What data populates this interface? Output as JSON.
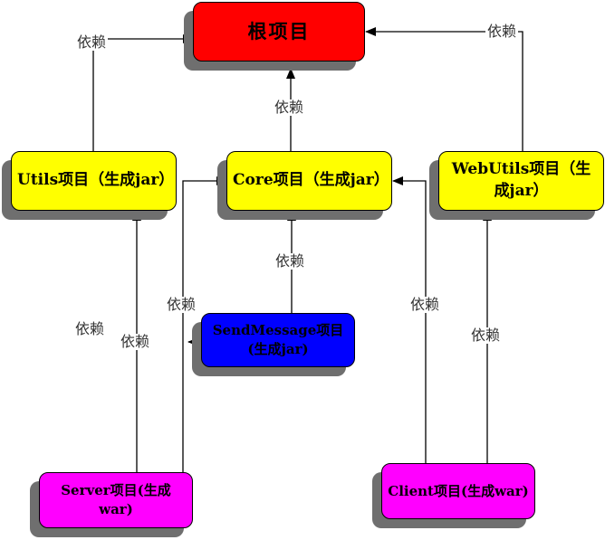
{
  "nodes": {
    "root": "根项目",
    "utils": "Utils项目（生成jar）",
    "core": "Core项目（生成jar）",
    "webutils": "WebUtils项目（生成jar）",
    "sendmessage": "SendMessage项目(生成jar)",
    "server": "Server项目(生成war)",
    "client": "Client项目(生成war)"
  },
  "edges": {
    "utils_root": "依赖",
    "core_root": "依赖",
    "webutils_root": "依赖",
    "sendmessage_core": "依赖",
    "sendmessage_utils": "依赖",
    "server_utils": "依赖",
    "server_core": "依赖",
    "client_core": "依赖",
    "client_webutils": "依赖"
  },
  "colors": {
    "root": "#ff0000",
    "module": "#ffff00",
    "sendmessage": "#0000ff",
    "war": "#ff00ff",
    "shadow": "#6f6f6f",
    "line": "#000000"
  }
}
